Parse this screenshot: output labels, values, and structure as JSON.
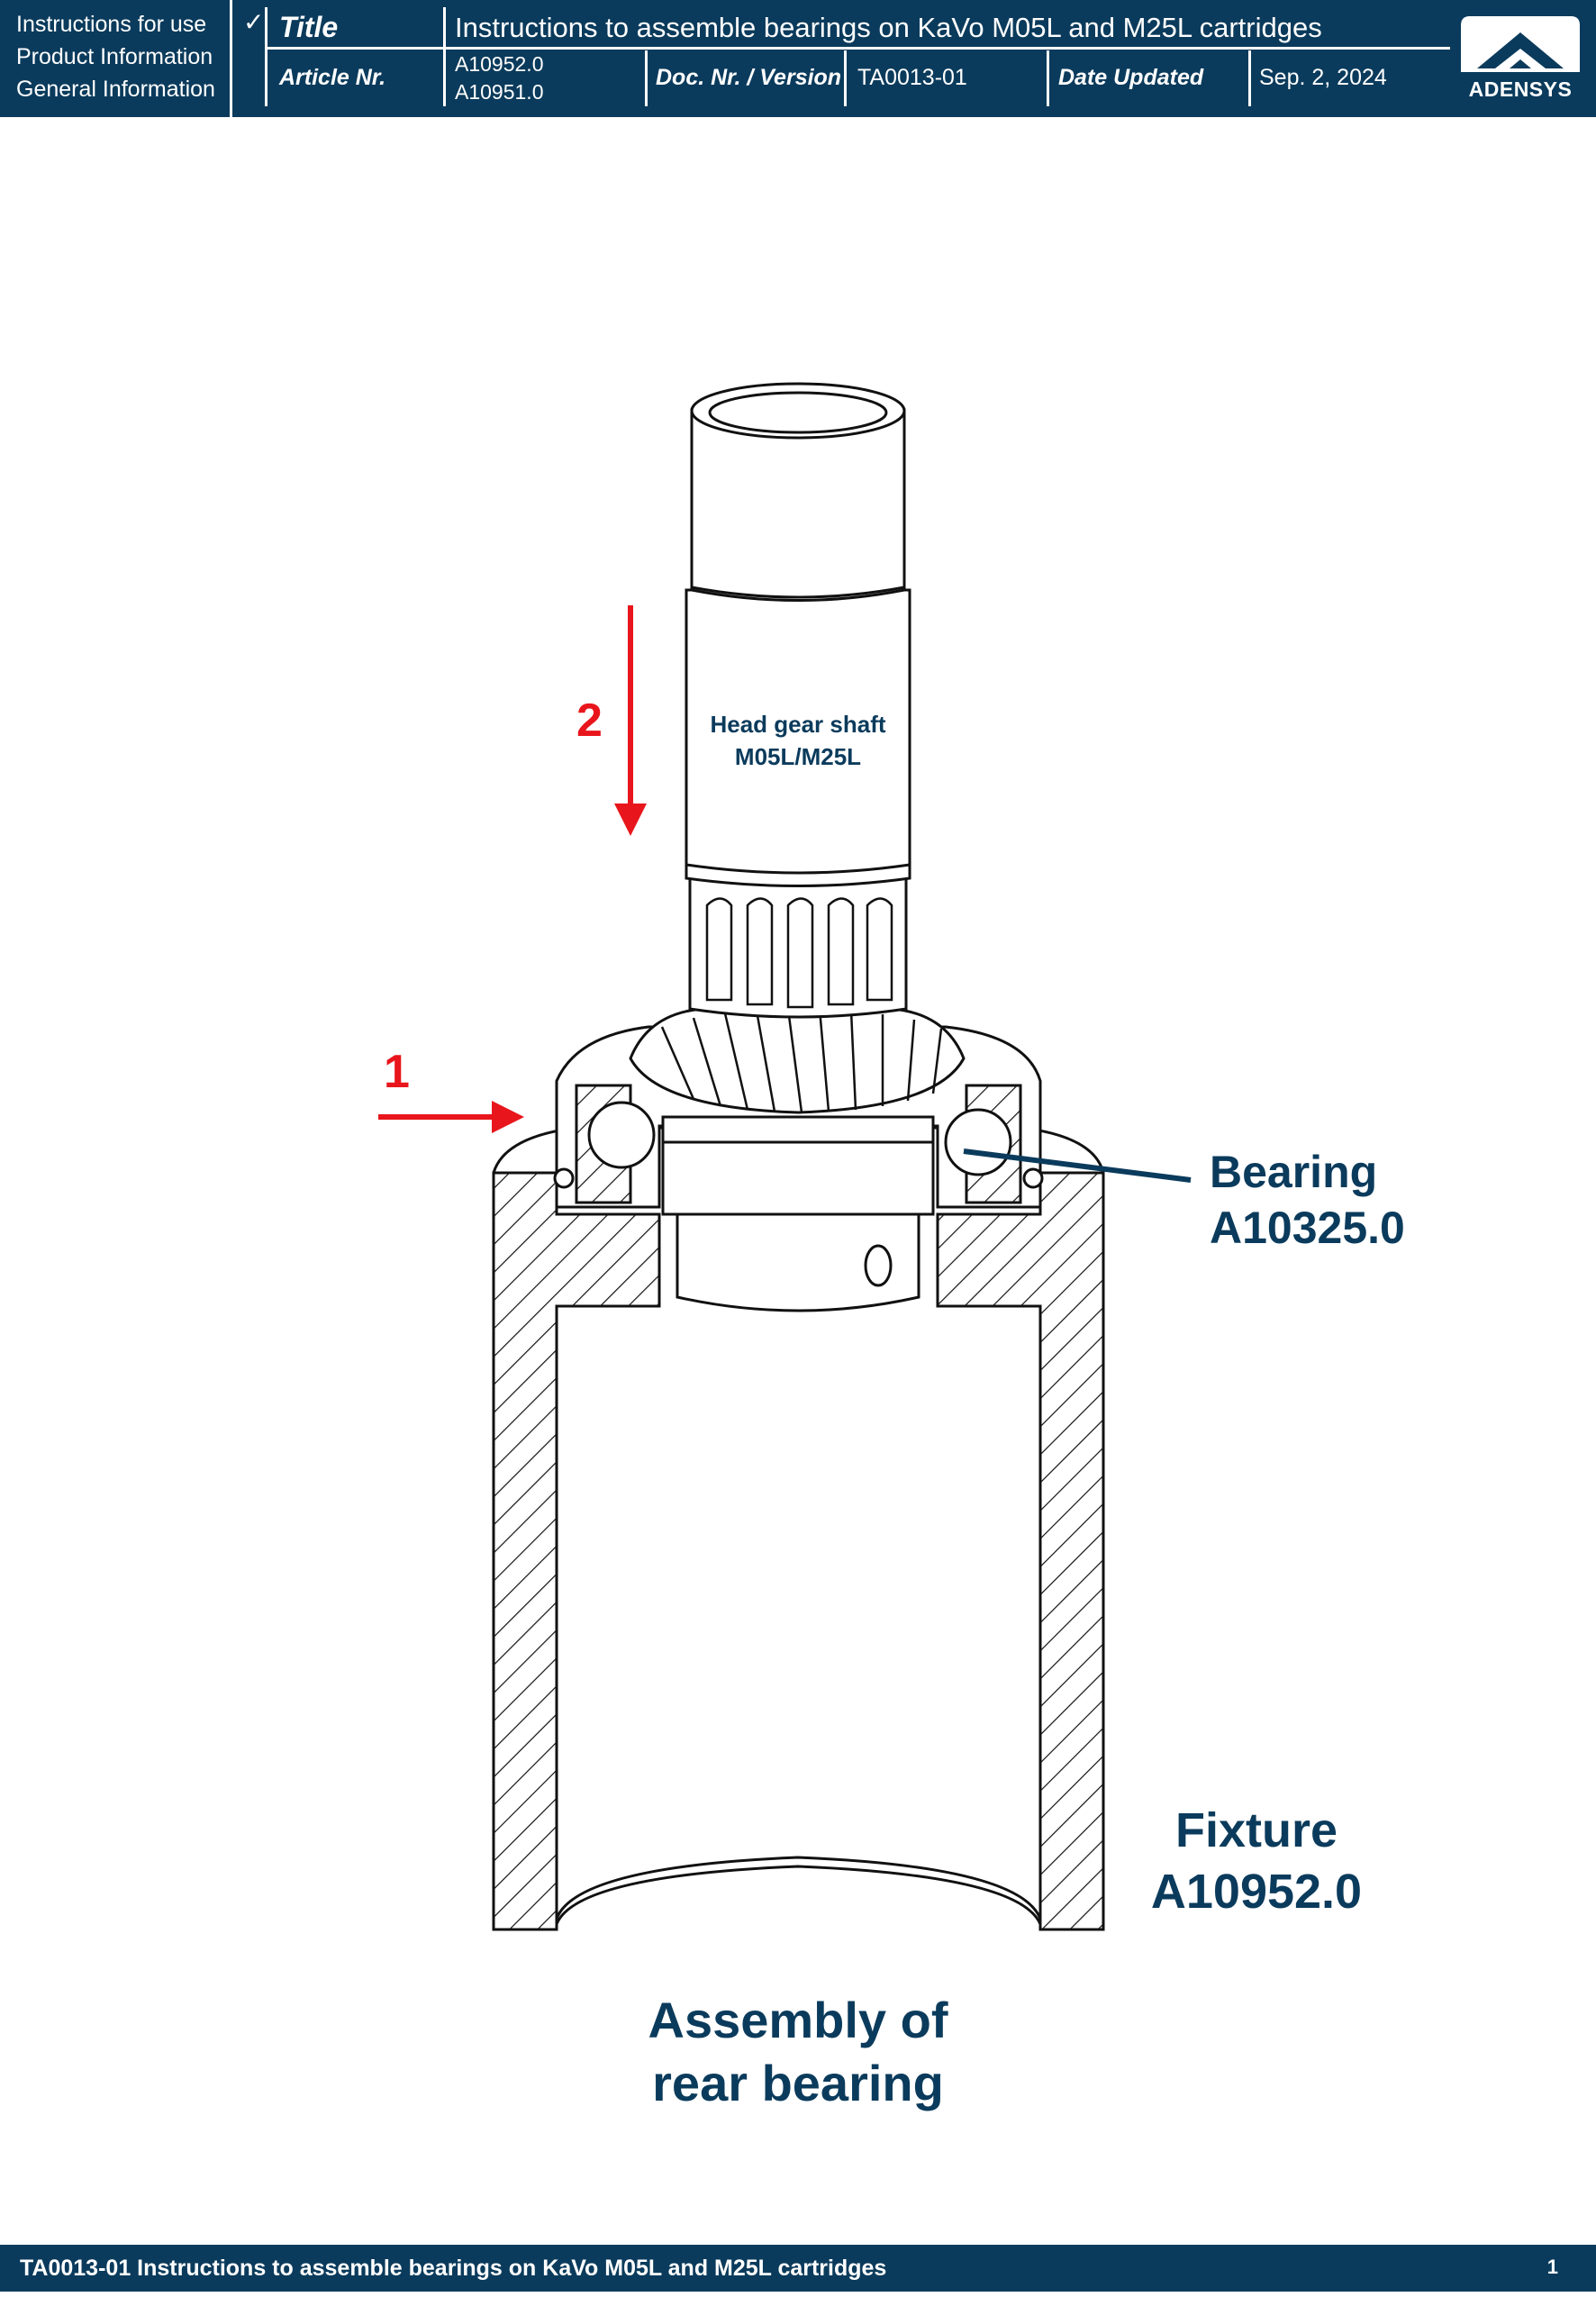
{
  "header": {
    "doc_types": [
      "Instructions for use",
      "Product Information",
      "General Information"
    ],
    "checkmark": "✓",
    "title_label": "Title",
    "title_value": "Instructions to assemble bearings on KaVo M05L and M25L cartridges",
    "article_label": "Article Nr.",
    "article_values": [
      "A10952.0",
      "A10951.0"
    ],
    "doc_label": "Doc. Nr. / Version",
    "doc_value": "TA0013-01",
    "date_label": "Date Updated",
    "date_value": "Sep. 2, 2024",
    "logo_text": "ADENSYS"
  },
  "figure": {
    "shaft_label": [
      "Head gear shaft",
      "M05L/M25L"
    ],
    "bearing_label": [
      "Bearing",
      "A10325.0"
    ],
    "fixture_label": [
      "Fixture",
      "A10952.0"
    ],
    "caption": [
      "Assembly of",
      "rear bearing"
    ],
    "step_1": "1",
    "step_2": "2",
    "arrow_color": "#e8161c",
    "text_color": "#0b3b5c"
  },
  "footer": {
    "text": "TA0013-01 Instructions to assemble bearings on KaVo M05L and M25L cartridges",
    "page": "1"
  }
}
